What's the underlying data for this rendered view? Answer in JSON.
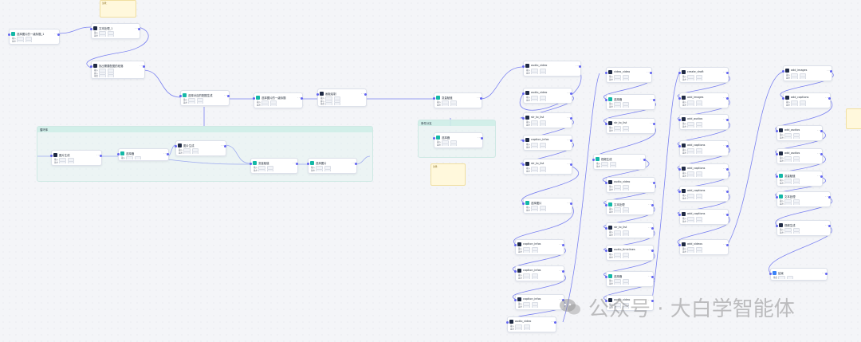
{
  "watermark": {
    "text": "公众号 · 大白学智能体"
  },
  "groups": [
    {
      "id": "g1",
      "title": "循环体"
    },
    {
      "id": "g2",
      "title": "条件分支"
    }
  ],
  "notes": [
    {
      "id": "n1",
      "text": "注释："
    },
    {
      "id": "n2",
      "text": "注释："
    }
  ],
  "nodes": [
    {
      "id": "a1",
      "title": "选择图片的一级标题_1",
      "icon": "teal",
      "rows": [
        "输入 ",
        "输出 "
      ]
    },
    {
      "id": "a2",
      "title": "文本处理_1",
      "icon": "dark",
      "rows": [
        "输入 ",
        "输出 "
      ]
    },
    {
      "id": "a3",
      "title": "找出需要配图的段落",
      "icon": "dark",
      "rows": [
        "输入 ",
        "输入 ",
        "输出 "
      ]
    },
    {
      "id": "a4",
      "title": "选择对应的配图生成",
      "icon": "teal",
      "rows": [
        "输入 ",
        "输出 "
      ]
    },
    {
      "id": "a5",
      "title": "选择图片的一级标题",
      "icon": "teal",
      "rows": [
        "输入 ",
        "输出 "
      ]
    },
    {
      "id": "a6",
      "title": "画板绘制",
      "icon": "dark",
      "rows": [
        "输入 ",
        "输入 ",
        "输出 "
      ]
    },
    {
      "id": "a7",
      "title": "变量赋值",
      "icon": "teal",
      "rows": [
        "输入 ",
        "输出 "
      ]
    },
    {
      "id": "a8",
      "title": "选择器",
      "icon": "teal",
      "rows": [
        "输入 ",
        "输出 "
      ]
    },
    {
      "id": "l1",
      "title": "图片生成",
      "icon": "dark",
      "rows": [
        "输入 ",
        "输出 "
      ]
    },
    {
      "id": "l2",
      "title": "选择器",
      "icon": "teal",
      "rows": [
        "输入 "
      ]
    },
    {
      "id": "l3",
      "title": "图片生成",
      "icon": "dark",
      "rows": [
        "输入 ",
        "输出 "
      ]
    },
    {
      "id": "l4",
      "title": "变量赋值",
      "icon": "teal",
      "rows": [
        "输入 ",
        "输出 "
      ]
    },
    {
      "id": "l5",
      "title": "选择图片",
      "icon": "teal",
      "rows": [
        "输入 ",
        "输出 "
      ]
    },
    {
      "id": "c1",
      "title": "audio_video",
      "icon": "dark",
      "rows": [
        "输入 ",
        "输出 "
      ]
    },
    {
      "id": "c2",
      "title": "audio_video",
      "icon": "dark",
      "rows": [
        "输入 ",
        "输出 "
      ]
    },
    {
      "id": "c3",
      "title": "str_to_list",
      "icon": "dark",
      "rows": [
        "输入 ",
        "输出 "
      ]
    },
    {
      "id": "c4",
      "title": "caption_infos",
      "icon": "dark",
      "rows": [
        "输入 ",
        "输出 "
      ]
    },
    {
      "id": "c5",
      "title": "str_to_list",
      "icon": "dark",
      "rows": [
        "输入 ",
        "输出 "
      ]
    },
    {
      "id": "c6",
      "title": "选择图片",
      "icon": "teal",
      "rows": [
        "输入 ",
        "输出 "
      ]
    },
    {
      "id": "c7",
      "title": "caption_infos",
      "icon": "dark",
      "rows": [
        "输入 ",
        "输出 "
      ]
    },
    {
      "id": "c8",
      "title": "caption_infos",
      "icon": "dark",
      "rows": [
        "输入 ",
        "输出 "
      ]
    },
    {
      "id": "c9",
      "title": "caption_infos",
      "icon": "dark",
      "rows": [
        "输入 ",
        "输出 "
      ]
    },
    {
      "id": "c10",
      "title": "audio_video",
      "icon": "dark",
      "rows": [
        "输入 ",
        "输出 "
      ]
    },
    {
      "id": "d1",
      "title": "video_video",
      "icon": "dark",
      "rows": [
        "输入 ",
        "输出 "
      ]
    },
    {
      "id": "d2",
      "title": "选择器",
      "icon": "teal",
      "rows": [
        "输入 ",
        "输出 "
      ]
    },
    {
      "id": "d3",
      "title": "str_to_list",
      "icon": "dark",
      "rows": [
        "输入 ",
        "输出 "
      ]
    },
    {
      "id": "d4",
      "title": "视频生成",
      "icon": "teal",
      "rows": [
        "输入 ",
        "输出 "
      ]
    },
    {
      "id": "d5",
      "title": "audio_video",
      "icon": "dark",
      "rows": [
        "输入 ",
        "输出 "
      ]
    },
    {
      "id": "d6",
      "title": "文本处理",
      "icon": "teal",
      "rows": [
        "输入 ",
        "输出 "
      ]
    },
    {
      "id": "d7",
      "title": "str_to_list",
      "icon": "dark",
      "rows": [
        "输入 ",
        "输出 "
      ]
    },
    {
      "id": "d8",
      "title": "audio_timelines",
      "icon": "dark",
      "rows": [
        "输入 ",
        "输出 "
      ]
    },
    {
      "id": "d9",
      "title": "选择器",
      "icon": "teal",
      "rows": [
        "输入 ",
        "输出 "
      ]
    },
    {
      "id": "d10",
      "title": "audio_video",
      "icon": "dark",
      "rows": [
        "输入 ",
        "输出 "
      ]
    },
    {
      "id": "e1",
      "title": "create_draft",
      "icon": "dark",
      "rows": [
        "输入 ",
        "输出 "
      ]
    },
    {
      "id": "e2",
      "title": "add_images",
      "icon": "dark",
      "rows": [
        "输入 ",
        "输出 "
      ]
    },
    {
      "id": "e3",
      "title": "add_audios",
      "icon": "dark",
      "rows": [
        "输入 ",
        "输出 "
      ]
    },
    {
      "id": "e4",
      "title": "add_captions",
      "icon": "dark",
      "rows": [
        "输入 ",
        "输出 "
      ]
    },
    {
      "id": "e5",
      "title": "add_captions",
      "icon": "dark",
      "rows": [
        "输入 ",
        "输出 "
      ]
    },
    {
      "id": "e6",
      "title": "add_captions",
      "icon": "dark",
      "rows": [
        "输入 ",
        "输出 "
      ]
    },
    {
      "id": "e7",
      "title": "add_captions",
      "icon": "dark",
      "rows": [
        "输入 ",
        "输出 "
      ]
    },
    {
      "id": "e8",
      "title": "add_videos",
      "icon": "dark",
      "rows": [
        "输入 ",
        "输出 "
      ]
    },
    {
      "id": "f1",
      "title": "add_images",
      "icon": "dark",
      "rows": [
        "输入 ",
        "输出 "
      ]
    },
    {
      "id": "f2",
      "title": "add_captions",
      "icon": "dark",
      "rows": [
        "输入 ",
        "输出 "
      ]
    },
    {
      "id": "f3",
      "title": "add_audios",
      "icon": "dark",
      "rows": [
        "输入 ",
        "输出 "
      ]
    },
    {
      "id": "f4",
      "title": "add_audios",
      "icon": "dark",
      "rows": [
        "输入 ",
        "输出 "
      ]
    },
    {
      "id": "f5",
      "title": "变量赋值",
      "icon": "teal",
      "rows": [
        "输入 ",
        "输出 "
      ]
    },
    {
      "id": "f6",
      "title": "文本处理",
      "icon": "teal",
      "rows": [
        "输入 ",
        "输出 "
      ]
    },
    {
      "id": "f7",
      "title": "视频生成",
      "icon": "dark",
      "rows": [
        "输入 ",
        "输出 "
      ]
    },
    {
      "id": "f8",
      "title": "结束",
      "icon": "blue",
      "rows": [
        "输出 "
      ]
    }
  ]
}
